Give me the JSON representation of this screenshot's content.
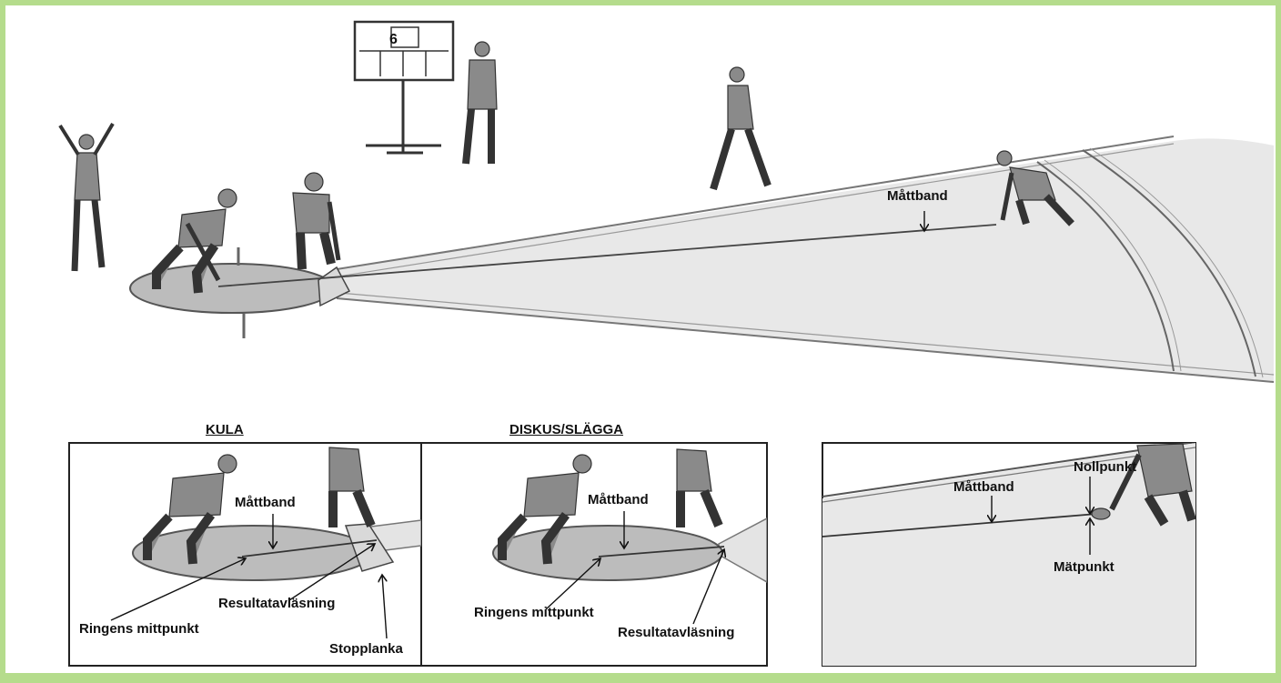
{
  "colors": {
    "border": "#b5dc8c",
    "background": "#ffffff",
    "sector": "#e6e6e6",
    "ring": "#b8b8b8",
    "ink": "#111111"
  },
  "scoreboard": {
    "value": "6"
  },
  "main_scene": {
    "tape_label": "Måttband"
  },
  "panel_kula": {
    "title": "KULA",
    "tape_label": "Måttband",
    "center_label": "Ringens mittpunkt",
    "reading_label": "Resultatavläsning",
    "stopboard_label": "Stopplanka"
  },
  "panel_diskus": {
    "title": "DISKUS/SLÄGGA",
    "tape_label": "Måttband",
    "center_label": "Ringens mittpunkt",
    "reading_label": "Resultatavläsning"
  },
  "panel_detail": {
    "tape_label": "Måttband",
    "zero_label": "Nollpunkt",
    "measure_label": "Mätpunkt"
  }
}
